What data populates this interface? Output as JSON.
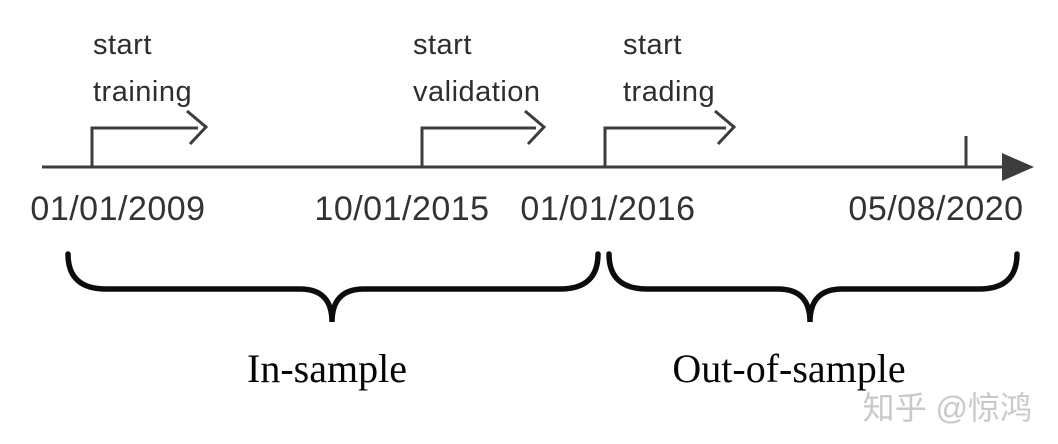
{
  "diagram": {
    "annotations": {
      "training": "start\ntraining",
      "validation": "start\nvalidation",
      "trading": "start\ntrading"
    },
    "dates": [
      "01/01/2009",
      "10/01/2015",
      "01/01/2016",
      "05/08/2020"
    ],
    "periods": {
      "in_sample": "In-sample",
      "out_of_sample": "Out-of-sample"
    },
    "watermark": "知乎 @惊鸿",
    "colors": {
      "line": "#3d3d3d",
      "brace": "#0c0c0c",
      "annotation_text": "#2e2e2e",
      "period_text": "#050505",
      "watermark_text": "#c9c9c9"
    }
  }
}
